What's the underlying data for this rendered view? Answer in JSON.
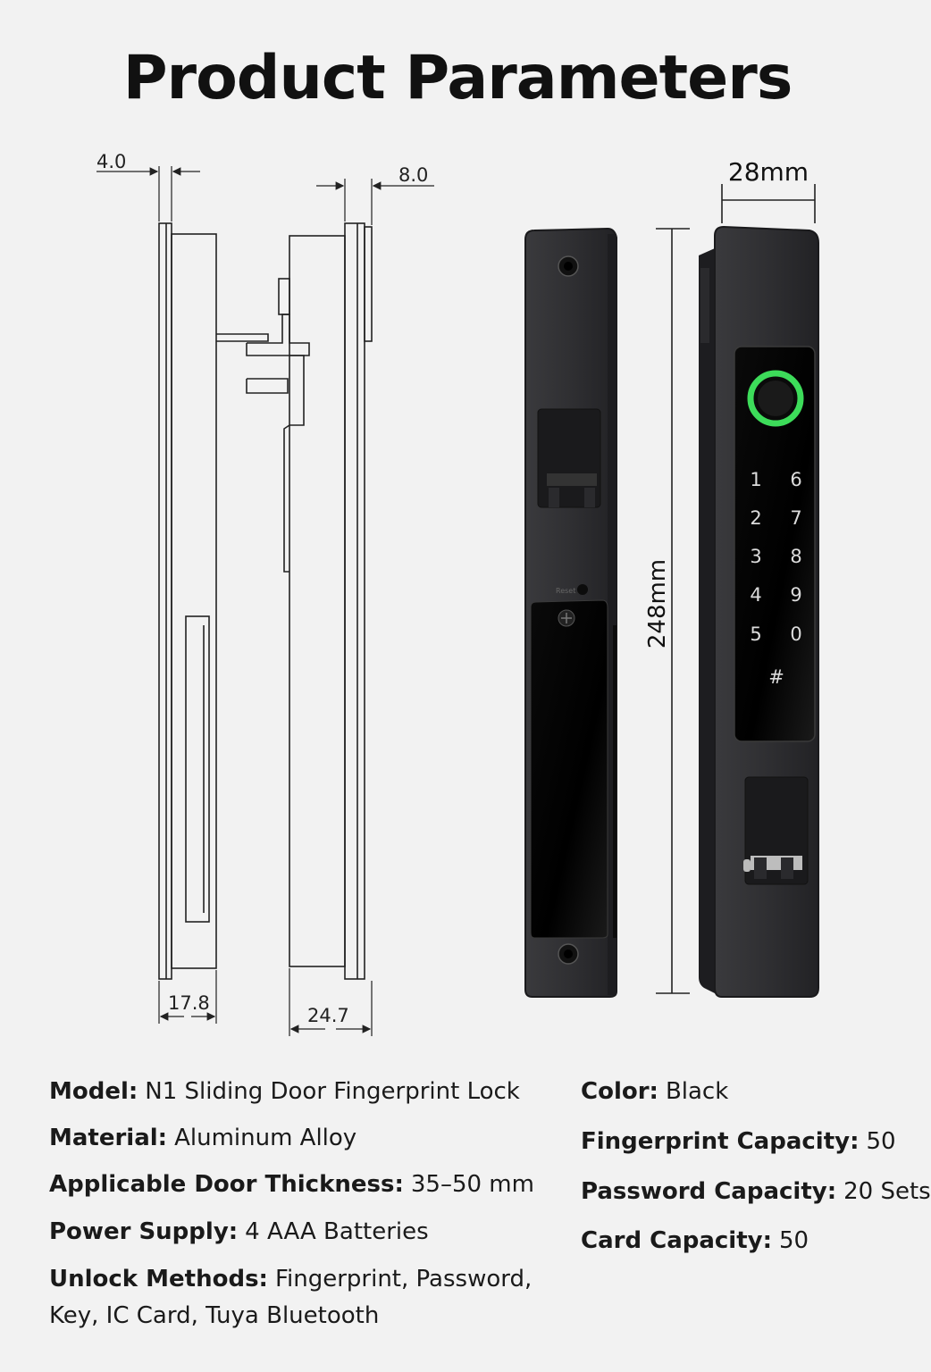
{
  "title": "Product Parameters",
  "dimensions": {
    "front_thickness": "4.0",
    "back_thickness": "8.0",
    "front_depth": "17.8",
    "back_depth": "24.7",
    "width": "28mm",
    "height": "248mm"
  },
  "keypad": {
    "left_column": [
      "1",
      "2",
      "3",
      "4",
      "5"
    ],
    "right_column": [
      "6",
      "7",
      "8",
      "9",
      "0"
    ],
    "bottom_key": "#"
  },
  "specs_left": [
    {
      "label": "Model:",
      "value": "N1 Sliding Door Fingerprint Lock"
    },
    {
      "label": "Material:",
      "value": "Aluminum Alloy"
    },
    {
      "label": "Applicable Door Thickness:",
      "value": "35–50 mm"
    },
    {
      "label": "Power Supply:",
      "value": "4 AAA Batteries"
    },
    {
      "label": "Unlock Methods:",
      "value": "Fingerprint, Password,",
      "value_line2": "Key, IC Card, Tuya Bluetooth"
    }
  ],
  "specs_right": [
    {
      "label": "Color:",
      "value": "Black"
    },
    {
      "label": "Fingerprint Capacity:",
      "value": "50"
    },
    {
      "label": "Password Capacity:",
      "value": "20 Sets"
    },
    {
      "label": "Card Capacity:",
      "value": "50"
    }
  ],
  "colors": {
    "background": "#f2f2f2",
    "lock_body": "#2c2c2e",
    "lock_edge": "#1a1a1c",
    "panel": "#050505",
    "fingerprint_ring": "#3ddc5a"
  }
}
